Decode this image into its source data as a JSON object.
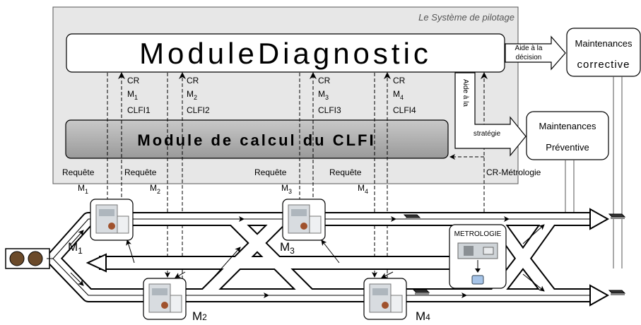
{
  "system": {
    "title": "Le Système de pilotage",
    "module_diagnostic": "ModuleDiagnostic",
    "module_calcul": "Module de calcul du CLFI"
  },
  "feedback_labels": [
    {
      "cr": "CR",
      "m": "M",
      "sub": "1",
      "clfi": "CLFI1"
    },
    {
      "cr": "CR",
      "m": "M",
      "sub": "2",
      "clfi": "CLFI2"
    },
    {
      "cr": "CR",
      "m": "M",
      "sub": "3",
      "clfi": "CLFI3"
    },
    {
      "cr": "CR",
      "m": "M",
      "sub": "4",
      "clfi": "CLFI4"
    }
  ],
  "requests": [
    {
      "label": "Requête",
      "m": "M",
      "sub": "1"
    },
    {
      "label": "Requête",
      "m": "M",
      "sub": "2"
    },
    {
      "label": "Requête",
      "m": "M",
      "sub": "3"
    },
    {
      "label": "Requête",
      "m": "M",
      "sub": "4"
    }
  ],
  "side_labels": {
    "aide_decision_1": "Aide à la",
    "aide_decision_2": "décision",
    "aide_strategie_1": "Aide à la",
    "aide_strategie_2": "stratégie",
    "cr_metrologie": "CR-Métrologie"
  },
  "maintenance": {
    "corrective_1": "Maintenances",
    "corrective_2": "corrective",
    "preventive_1": "Maintenances",
    "preventive_2": "Préventive"
  },
  "machines": [
    {
      "m": "M",
      "sub": "1"
    },
    {
      "m": "M",
      "sub": "2"
    },
    {
      "m": "M",
      "sub": "3"
    },
    {
      "m": "M",
      "sub": "4"
    }
  ],
  "metrologie": "METROLOGIE"
}
